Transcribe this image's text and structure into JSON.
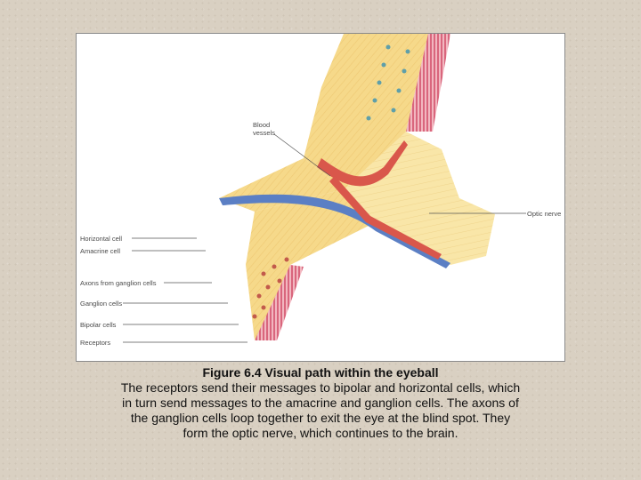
{
  "diagram": {
    "labels": {
      "blood_vessels": [
        "Blood",
        "vessels"
      ],
      "optic_nerve": "Optic nerve",
      "horizontal_cell": "Horizontal cell",
      "amacrine_cell": "Amacrine cell",
      "axons_from_ganglion_cells": "Axons from ganglion cells",
      "ganglion_cells": "Ganglion cells",
      "bipolar_cells": "Bipolar cells",
      "receptors": "Receptors"
    },
    "colors": {
      "retina_fill": "#f6d98a",
      "nerve_fill": "#f9e6a8",
      "vessel_red": "#d9574b",
      "vessel_blue": "#5b7fc4",
      "receptor_pink": "#d9667d",
      "cell_teal": "#5f9fa9",
      "cell_red": "#c25a4b",
      "leader_line": "#555555"
    }
  },
  "caption": {
    "title": "Figure 6.4  Visual path within the eyeball",
    "lines": [
      "The receptors send their messages to bipolar and horizontal cells, which",
      "in turn send messages to the amacrine and ganglion cells. The axons of",
      "the ganglion cells loop together to exit the eye at the blind spot. They",
      "form the optic nerve, which continues to the brain."
    ]
  }
}
